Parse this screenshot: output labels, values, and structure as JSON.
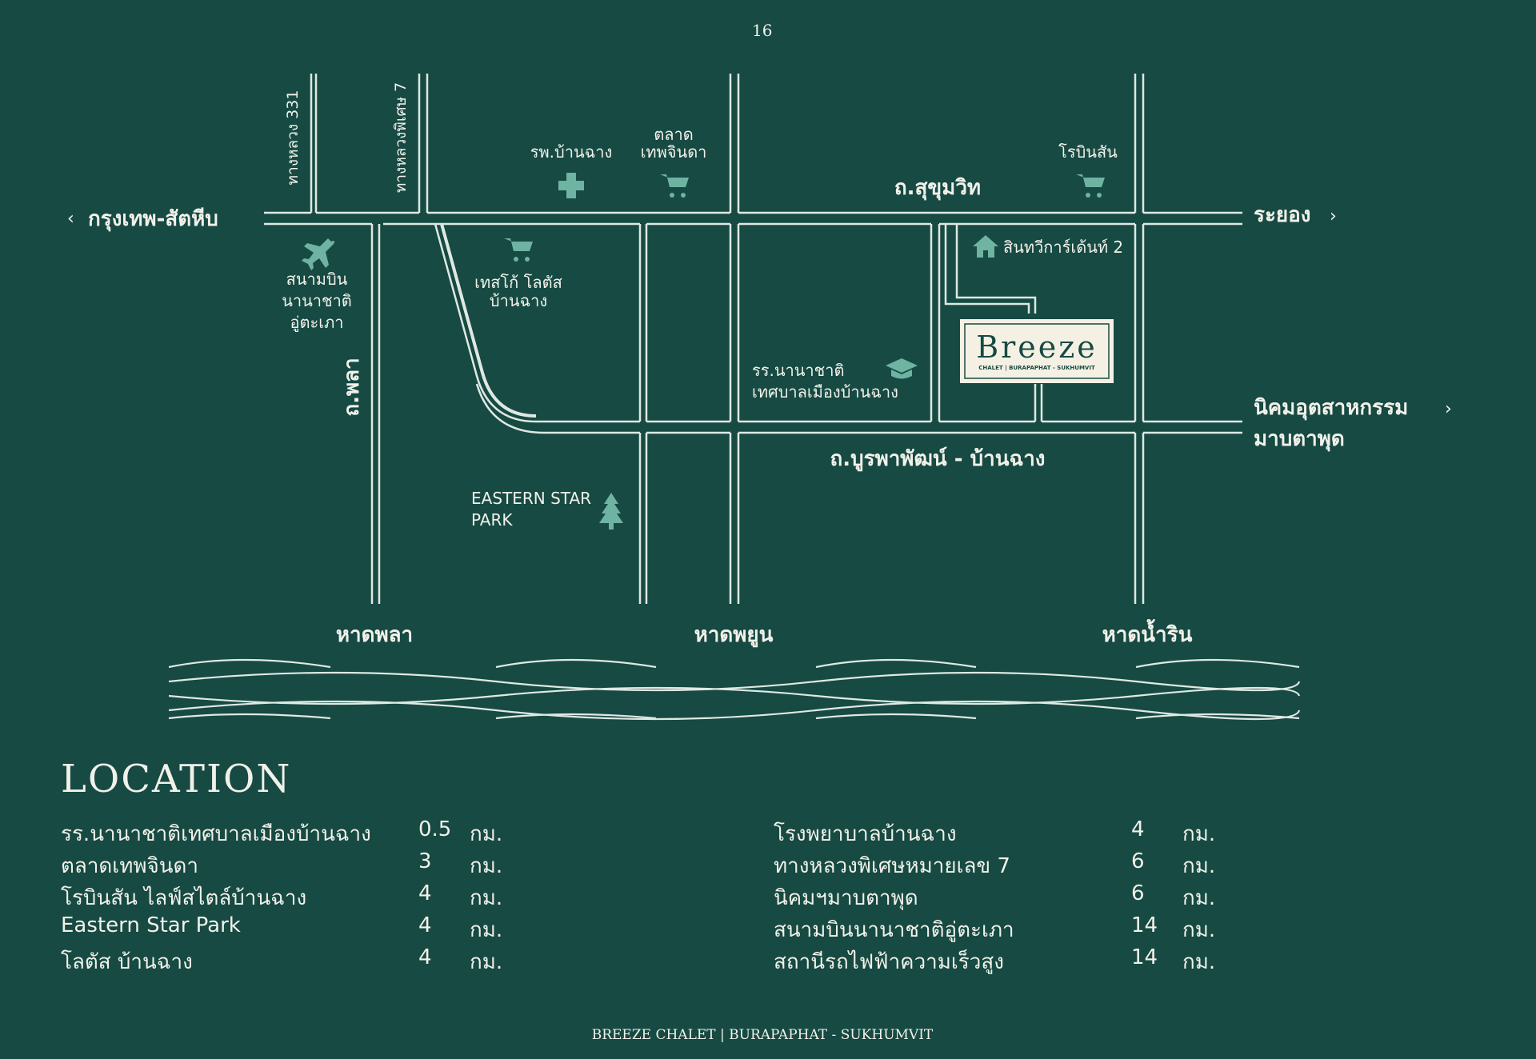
{
  "page_number": "16",
  "map": {
    "directions": {
      "west": "กรุงเทพ-สัตหีบ",
      "east": "ระยอง",
      "industrial_1": "นิคมอุตสาหกรรม",
      "industrial_2": "มาบตาพุด"
    },
    "roads": {
      "sukhumvit": "ถ.สุขุมวิท",
      "burapha": "ถ.บูรพาพัฒน์ - บ้านฉาง",
      "phla": "ถ.พลา",
      "hwy331": "ทางหลวง 331",
      "motorway7": "ทางหลวงพิเศษ 7"
    },
    "places": {
      "hospital": "รพ.บ้านฉาง",
      "market_1": "ตลาด",
      "market_2": "เทพจินดา",
      "robinson": "โรบินสัน",
      "airport_1": "สนามบิน",
      "airport_2": "นานาชาติ",
      "airport_3": "อู่ตะเภา",
      "tesco_1": "เทสโก้ โลตัส",
      "tesco_2": "บ้านฉาง",
      "village": "สินทวีการ์เด้นท์ 2",
      "school_1": "รร.นานาชาติ",
      "school_2": "เทศบาลเมืองบ้านฉาง",
      "park_1": "EASTERN STAR",
      "park_2": "PARK"
    },
    "beaches": [
      "หาดพลา",
      "หาดพยูน",
      "หาดน้ำริน"
    ],
    "project": {
      "name": "Breeze",
      "tagline": "CHALET | BURAPAPHAT - SUKHUMVIT"
    }
  },
  "location": {
    "title": "LOCATION",
    "left": [
      {
        "name": "รร.นานาชาติเทศบาลเมืองบ้านฉาง",
        "distance": "0.5",
        "unit": "กม."
      },
      {
        "name": "ตลาดเทพจินดา",
        "distance": "3",
        "unit": "กม."
      },
      {
        "name": "โรบินสัน ไลฟ์สไตล์บ้านฉาง",
        "distance": "4",
        "unit": "กม."
      },
      {
        "name": "Eastern Star Park",
        "distance": "4",
        "unit": "กม."
      },
      {
        "name": "โลตัส บ้านฉาง",
        "distance": "4",
        "unit": "กม."
      }
    ],
    "right": [
      {
        "name": "โรงพยาบาลบ้านฉาง",
        "distance": "4",
        "unit": "กม."
      },
      {
        "name": "ทางหลวงพิเศษหมายเลข 7",
        "distance": "6",
        "unit": "กม."
      },
      {
        "name": "นิคมฯมาบตาพุด",
        "distance": "6",
        "unit": "กม."
      },
      {
        "name": "สนามบินนานาชาติอู่ตะเภา",
        "distance": "14",
        "unit": "กม."
      },
      {
        "name": "สถานีรถไฟฟ้าความเร็วสูง",
        "distance": "14",
        "unit": "กม."
      }
    ]
  },
  "footer": "BREEZE CHALET | BURAPAPHAT - SUKHUMVIT"
}
